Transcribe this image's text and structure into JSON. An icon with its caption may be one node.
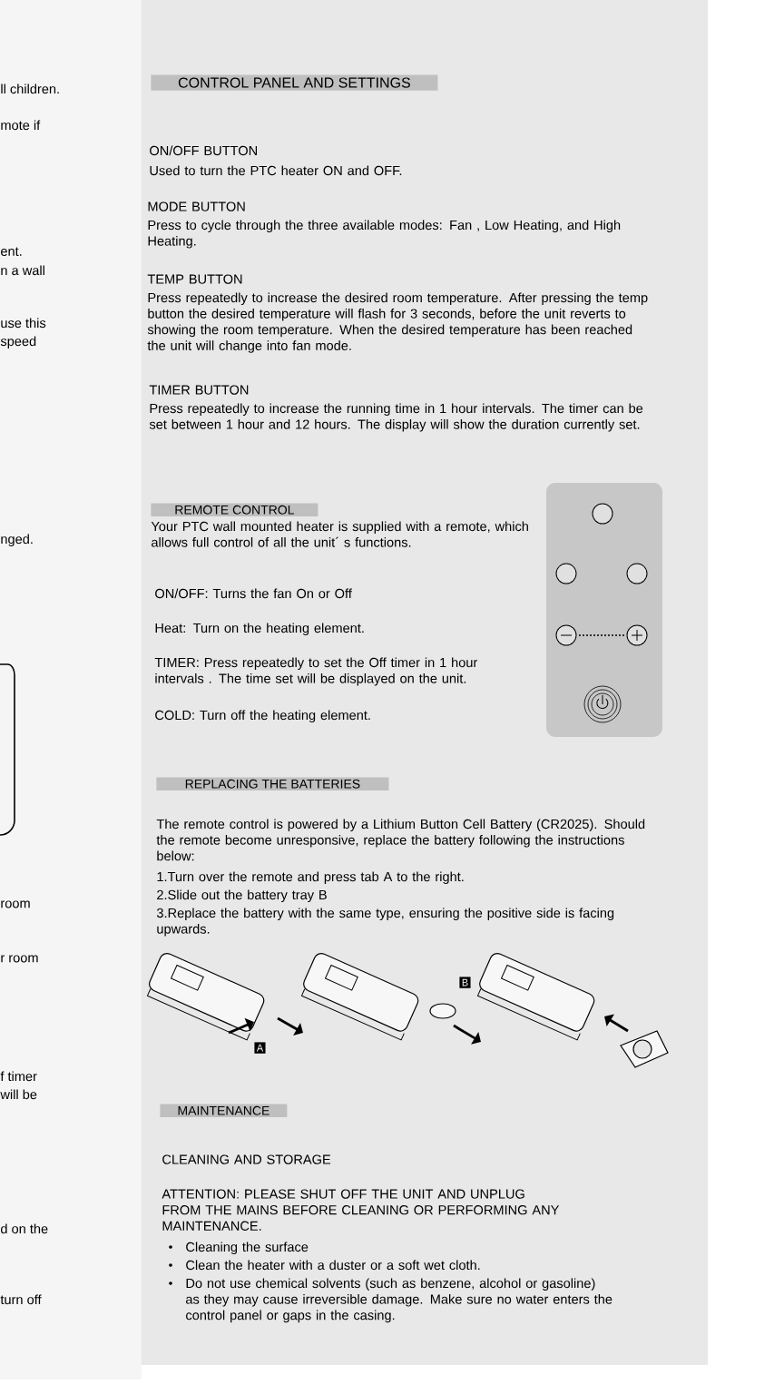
{
  "diagram": {
    "title": "CONTROL PANEL AND SETTINGS",
    "labels": [
      "ll children.",
      "mote if",
      "ent.",
      "n a wall",
      "use this",
      "speed",
      "nged.",
      "room",
      "r room",
      "f timer",
      "will be",
      "d on the",
      "turn off",
      "ON/OFF BUTTON",
      "Used to turn the PTC heater ON and OFF.",
      "MODE BUTTON",
      "Press to cycle through the three available modes: Fan , Low Heating, and High Heating.",
      "TEMP BUTTON",
      "Press repeatedly to increase the desired room temperature. After pressing the temp button the desired temperature will flash for 3 seconds, before the unit reverts to showing the room temperature. When the desired temperature has been reached the unit will change into fan mode.",
      "TIMER BUTTON",
      "Press repeatedly to increase the running time in 1 hour intervals. The timer can be set between 1 hour and 12 hours. The display will show the duration currently set.",
      "REMOTE CONTROL",
      "Your PTC wall mounted heater is supplied with a remote, which allows full control of all the unit´ s functions.",
      "ON/OFF: Turns the fan On or Off",
      "Heat: Turn on the heating element.",
      "TIMER: Press repeatedly to set the Off timer in 1 hour intervals . The time set will be displayed on the unit.",
      "COLD: Turn off the heating element.",
      "REPLACING THE BATTERIES",
      "The remote control is powered by a Lithium Button Cell Battery (CR2025). Should the remote become unresponsive, replace the battery following the instructions below:",
      "1.Turn over the remote and press tab A to the right.",
      "2.Slide out the battery tray B",
      "3.Replace the battery with the same type, ensuring the positive side is facing upwards.",
      "B",
      "A",
      "MAINTENANCE",
      "CLEANING AND STORAGE",
      "ATTENTION: PLEASE SHUT OFF THE UNIT AND UNPLUG FROM THE MAINS BEFORE CLEANING OR PERFORMING ANY MAINTENANCE.",
      "Cleaning the surface",
      "Clean the heater with a duster or a soft wet cloth.",
      "Do not use chemical solvents (such as benzene, alcohol or gasoline) as they may cause irreversible damage. Make sure no water enters the control panel or gaps in the casing."
    ]
  }
}
